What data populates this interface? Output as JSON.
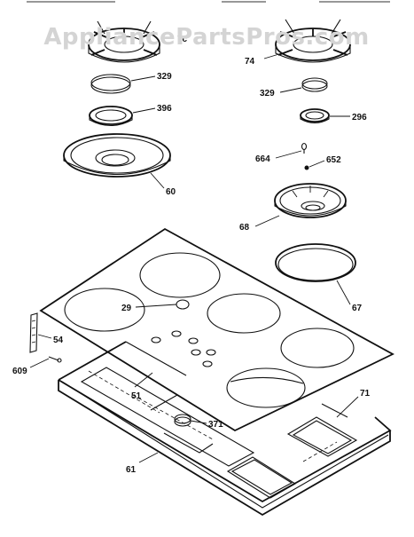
{
  "watermark": "AppliancePartsPros.com",
  "part_labels": {
    "p74": "74",
    "p329a": "329",
    "p396": "396",
    "p60": "60",
    "p329b": "329",
    "p296": "296",
    "p664": "664",
    "p652": "652",
    "p68": "68",
    "p67": "67",
    "p29": "29",
    "p54": "54",
    "p609": "609",
    "p51": "51",
    "p71": "71",
    "p371": "371",
    "p61": "61"
  }
}
